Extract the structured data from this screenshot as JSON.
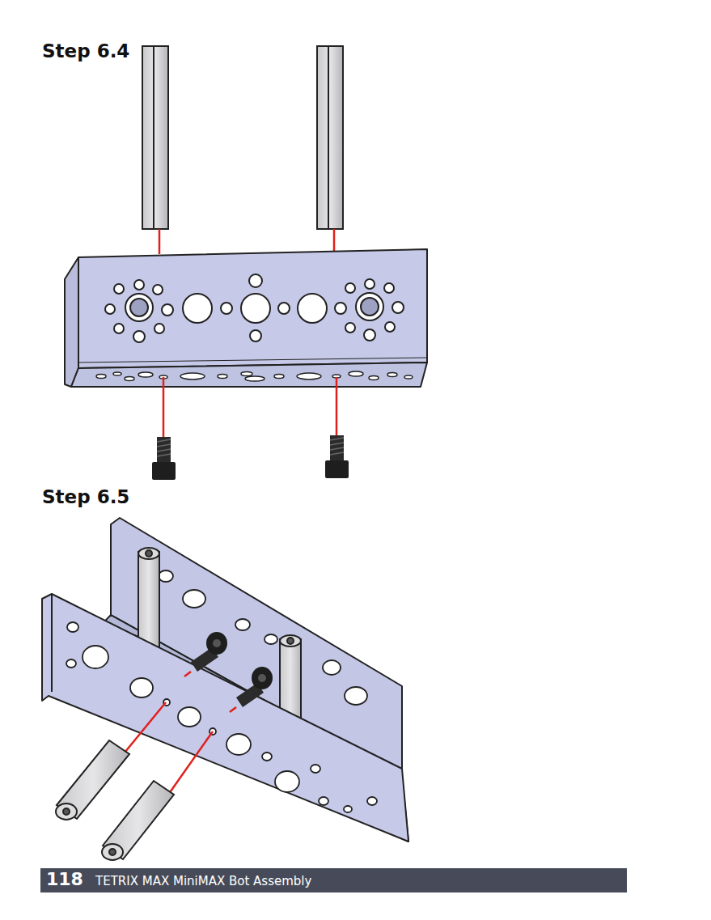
{
  "diagram": {
    "labels": [
      "Step 6.4",
      "Step 6.5",
      "118",
      "TETRIX MAX MiniMAX Bot Assembly"
    ]
  }
}
